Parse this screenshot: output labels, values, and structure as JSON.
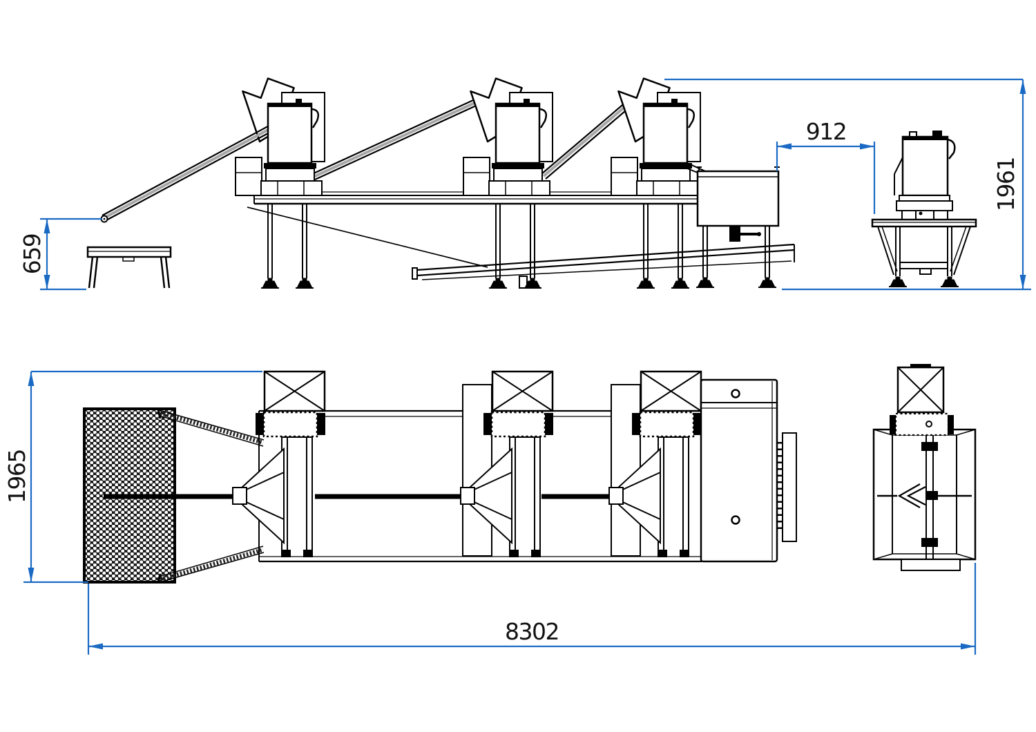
{
  "drawing": {
    "kind": "machine-layout-technical-drawing",
    "views": {
      "top": "side-elevation",
      "bottom": "plan",
      "right": "end-elevation-and-end-plan"
    }
  },
  "colors": {
    "dimension_lines": "#1a6ac4",
    "drawing_lines": "#000000",
    "dimension_text": "#121212",
    "background": "#ffffff"
  },
  "dimensions": {
    "infeed_height": "659",
    "outfeed_gap": "912",
    "overall_height": "1961",
    "overall_width": "1965",
    "overall_length": "8302"
  }
}
